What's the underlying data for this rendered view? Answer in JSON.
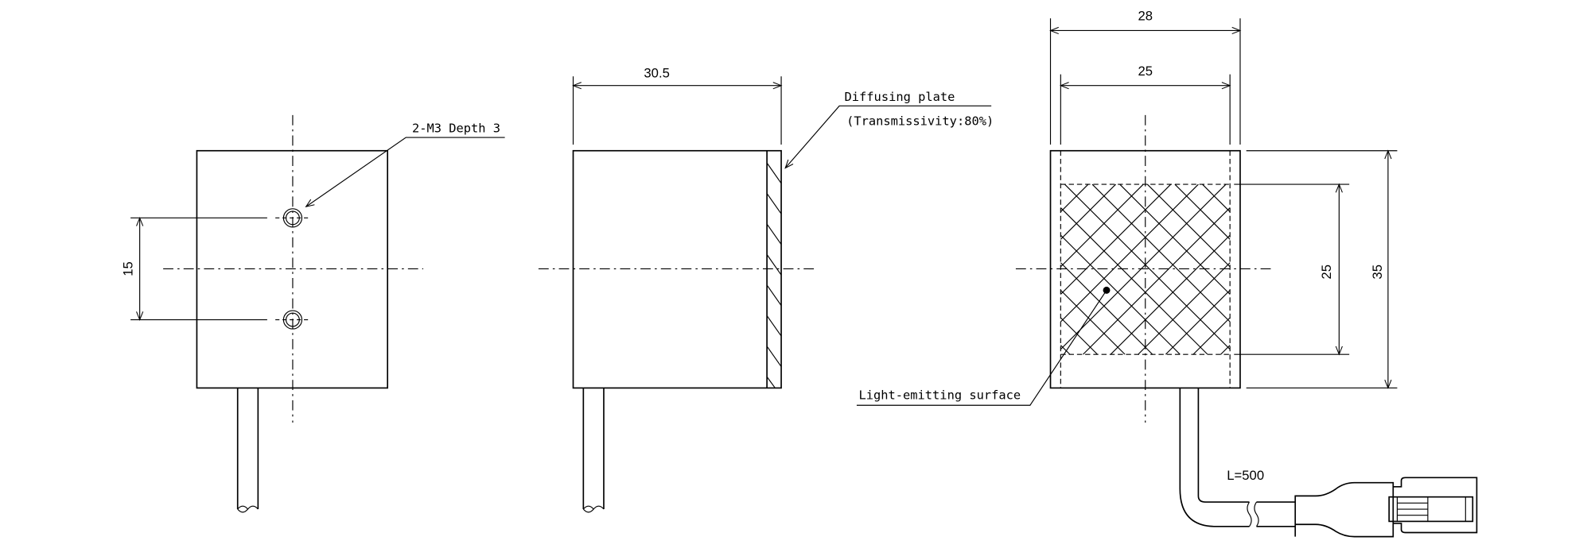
{
  "left_view": {
    "hole_callout": "2-M3 Depth 3",
    "hole_pitch": "15"
  },
  "side_view": {
    "width_dim": "30.5",
    "plate_label": "Diffusing plate",
    "plate_note": "(Transmissivity:80%)"
  },
  "front_view": {
    "outer_width_dim": "28",
    "inner_width_dim": "25",
    "inner_height_dim": "25",
    "outer_height_dim": "35",
    "surface_label": "Light-emitting surface",
    "cable_length": "L=500"
  }
}
